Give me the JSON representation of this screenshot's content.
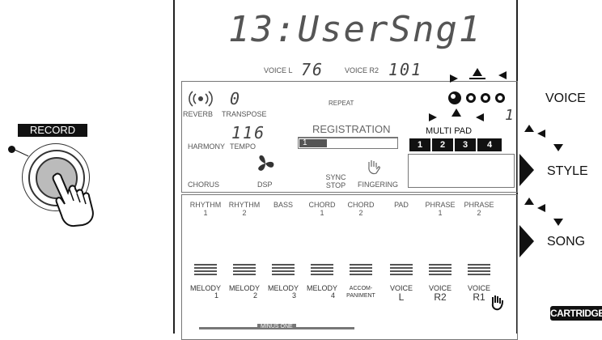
{
  "display": {
    "song_name": "13:UserSng1",
    "voice_l_label": "VOICE L",
    "voice_l_value": "76",
    "voice_r2_label": "VOICE R2",
    "voice_r2_value": "101",
    "transpose_value": "0",
    "tempo_value": "116",
    "multipad_bank": "1"
  },
  "labels": {
    "reverb": "REVERB",
    "transpose": "TRANSPOSE",
    "repeat": "REPEAT",
    "registration": "REGISTRATION",
    "registration_value": "1",
    "multi_pad": "MULTI PAD",
    "harmony": "HARMONY",
    "tempo": "TEMPO",
    "chorus": "CHORUS",
    "dsp": "DSP",
    "sync": "SYNC",
    "stop": "STOP",
    "fingering": "FINGERING",
    "minus_one": "MINUS ONE"
  },
  "multi_pads": [
    "1",
    "2",
    "3",
    "4"
  ],
  "style_tracks": [
    {
      "name": "RHYTHM",
      "num": "1"
    },
    {
      "name": "RHYTHM",
      "num": "2"
    },
    {
      "name": "BASS",
      "num": ""
    },
    {
      "name": "CHORD",
      "num": "1"
    },
    {
      "name": "CHORD",
      "num": "2"
    },
    {
      "name": "PAD",
      "num": ""
    },
    {
      "name": "PHRASE",
      "num": "1"
    },
    {
      "name": "PHRASE",
      "num": "2"
    }
  ],
  "song_tracks": [
    {
      "name": "MELODY",
      "num": "1"
    },
    {
      "name": "MELODY",
      "num": "2"
    },
    {
      "name": "MELODY",
      "num": "3"
    },
    {
      "name": "MELODY",
      "num": "4"
    },
    {
      "name": "ACCOM-",
      "num": "PANIMENT"
    },
    {
      "name": "VOICE",
      "num": "L"
    },
    {
      "name": "VOICE",
      "num": "R2"
    },
    {
      "name": "VOICE",
      "num": "R1"
    }
  ],
  "side_buttons": {
    "voice": "VOICE",
    "style": "STYLE",
    "song": "SONG",
    "cartridge": "CARTRIDGE"
  },
  "record_button": {
    "label": "RECORD"
  },
  "icons": [
    "reverb-icon",
    "dsp-fan-icon",
    "fingering-hand-icon",
    "hand-pointer-icon",
    "voice-r1-hand-icon"
  ]
}
